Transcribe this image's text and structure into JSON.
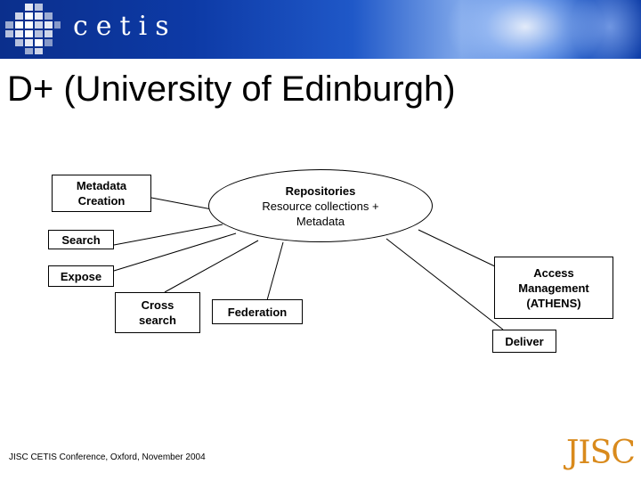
{
  "header": {
    "logo_text": "cetis",
    "title": "D+ (University of Edinburgh)"
  },
  "diagram": {
    "metadata_creation": "Metadata Creation",
    "repositories": {
      "title": "Repositories",
      "line1": "Resource collections +",
      "line2": "Metadata"
    },
    "search": "Search",
    "expose": "Expose",
    "cross_search": "Cross search",
    "federation": "Federation",
    "access_management": "Access Management (ATHENS)",
    "deliver": "Deliver"
  },
  "footer": {
    "conference": "JISC CETIS Conference, Oxford, November 2004",
    "brand": "JISC"
  },
  "colors": {
    "banner": "#0d3aa6",
    "jisc_orange": "#d98a1c"
  }
}
